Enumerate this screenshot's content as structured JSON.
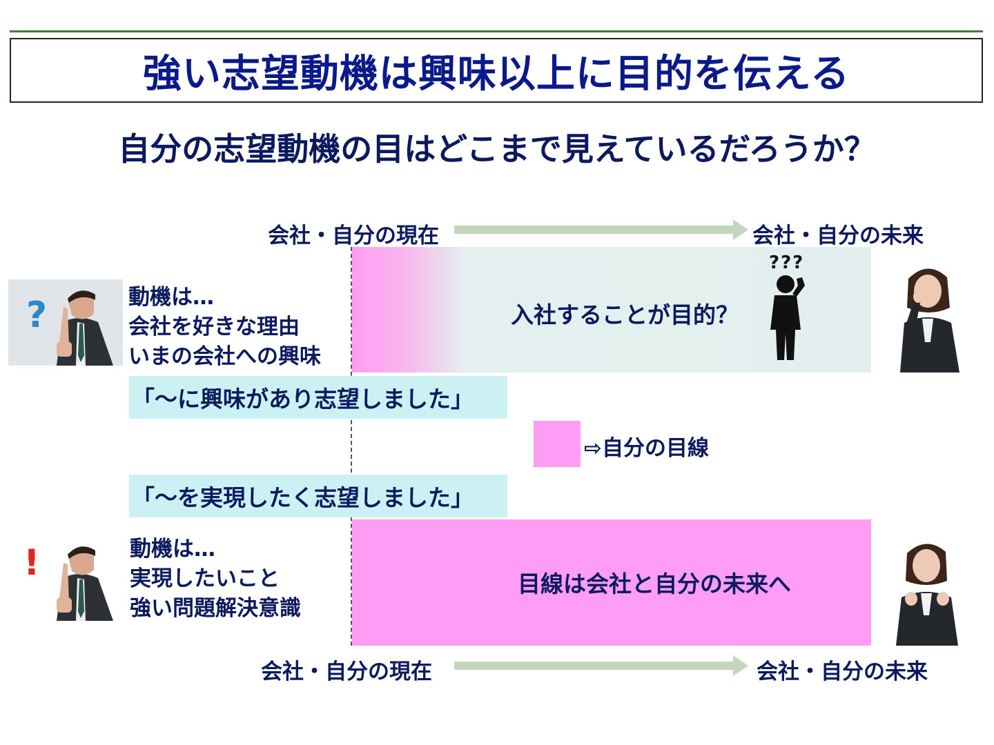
{
  "title": "強い志望動機は興味以上に目的を伝える",
  "subtitle": "自分の志望動機の目はどこまで見えているだろうか？",
  "timeline_top": {
    "start_label": "会社・自分の現在",
    "end_label": "会社・自分の未来"
  },
  "timeline_bottom": {
    "start_label": "会社・自分の現在",
    "end_label": "会社・自分の未来"
  },
  "upper": {
    "motive_lines": [
      "動機は…",
      "会社を好きな理由",
      "いまの会社への興味"
    ],
    "band_text": "入社することが目的？",
    "quote": "「～に興味があり志望しました」",
    "question_mark": "?",
    "confused_marks": "???"
  },
  "legend": {
    "text": "⇨自分の目線"
  },
  "lower": {
    "quote": "「～を実現したく志望しました」",
    "motive_lines": [
      "動機は…",
      "実現したいこと",
      "強い問題解決意識"
    ],
    "band_text": "目線は会社と自分の未来へ",
    "exclamation_mark": "!"
  },
  "colors": {
    "title": "#0b1a8a",
    "text": "#0b1a5e",
    "gaze_pink": "#fe9cf6",
    "band_light": "#e2efee",
    "quote_bg": "#ccf1f5",
    "arrow": "#c4d6bc",
    "rule_green": "#3f7f3a",
    "question_blue": "#2f87c9",
    "exclaim_red": "#e0251c"
  }
}
